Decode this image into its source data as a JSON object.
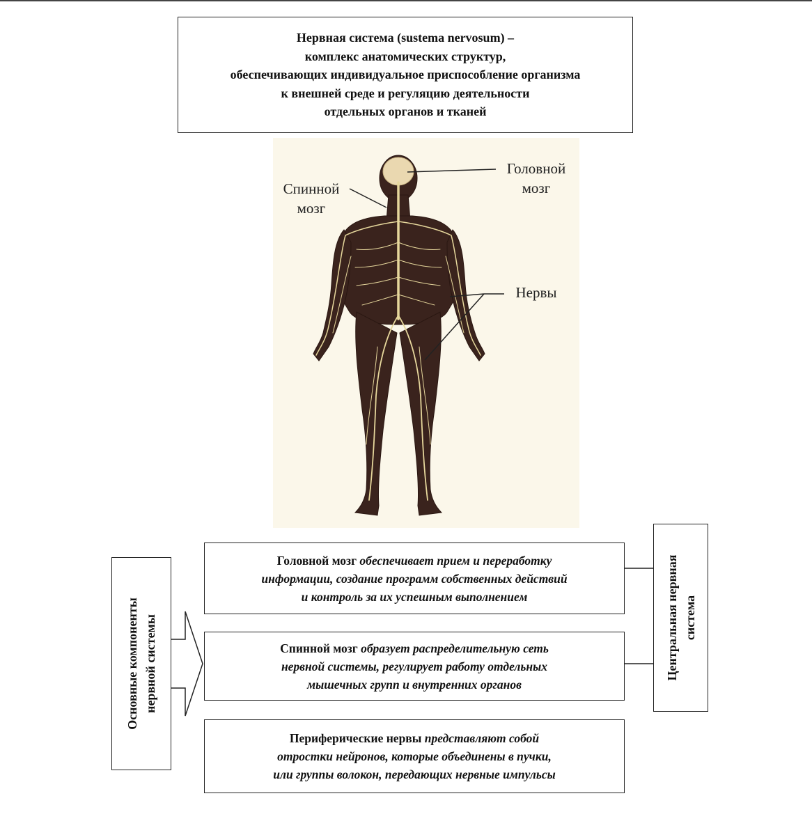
{
  "title_box": {
    "lines": [
      "Нервная система (sustema nervosum) –",
      "комплекс анатомических структур,",
      "обеспечивающих индивидуальное приспособление организма",
      "к внешней среде и регуляцию деятельности",
      "отдельных органов и тканей"
    ]
  },
  "figure": {
    "labels": {
      "spinal_cord": [
        "Спинной",
        "мозг"
      ],
      "brain": [
        "Головной",
        "мозг"
      ],
      "nerves": "Нервы"
    }
  },
  "components": [
    {
      "bold": "Головной мозг",
      "italic_lines": [
        " обеспечивает прием и переработку",
        "информации, создание программ собственных действий",
        "и контроль за их успешным выполнением"
      ]
    },
    {
      "bold": "Спинной мозг",
      "italic_lines": [
        " образует распределительную сеть",
        "нервной системы,  регулирует работу отдельных",
        "мышечных групп и внутренних органов"
      ]
    },
    {
      "bold": "Периферические нервы",
      "italic_lines": [
        " представляют собой",
        "отростки нейронов, которые объединены в  пучки,",
        "или группы волокон, передающих нервные импульсы"
      ]
    }
  ],
  "left_label": [
    "Основные компоненты",
    "нервной системы"
  ],
  "right_label": [
    "Центральная нервная",
    "система"
  ],
  "colors": {
    "body": "#3a231d",
    "nerve": "#e6d79c",
    "brain": "#ead8b0",
    "figure_bg": "#fbf7ea"
  }
}
